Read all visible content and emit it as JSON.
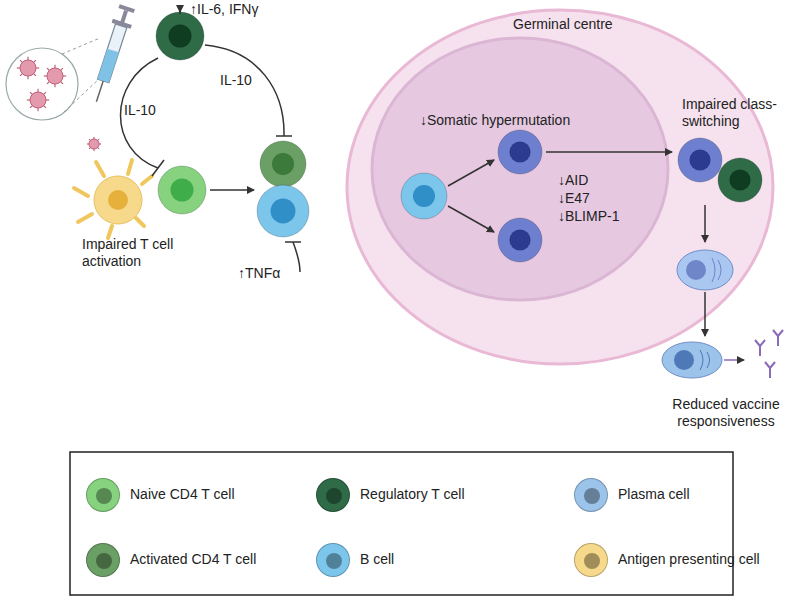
{
  "diagram": {
    "nodes": [
      {
        "text": [
          "Germinal centre"
        ]
      },
      {
        "text": [
          "↓Somatic hypermutation"
        ],
        "in": 0
      }
    ],
    "labels": [
      "↑IL-6, IFNγ",
      "IL-10",
      "IL-10",
      "Impaired T cell activation",
      "↑TNFα",
      "↓AID",
      "↓E47",
      "↓BLIMP-1",
      "Impaired class-switching",
      "Reduced vaccine responsiveness"
    ],
    "legend": [
      {
        "text": "Naive CD4 T cell",
        "color": "#86d27f"
      },
      {
        "text": "Regulatory T cell",
        "color": "#2e6b46"
      },
      {
        "text": "Plasma cell",
        "color": "#9cc3ea"
      },
      {
        "text": "Activated CD4 T cell",
        "color": "#6aa065"
      },
      {
        "text": "B cell",
        "color": "#7cc6ec"
      },
      {
        "text": "Antigen presenting cell",
        "color": "#f6d98a"
      }
    ]
  }
}
